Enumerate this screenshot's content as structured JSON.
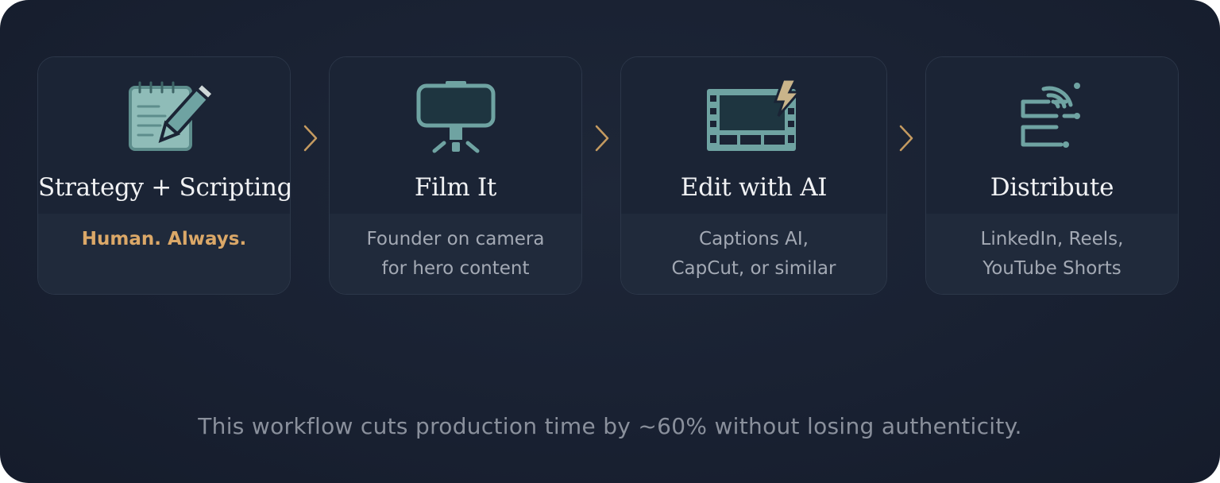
{
  "steps": [
    {
      "icon": "notepad-pencil-icon",
      "title": "Strategy + Scripting",
      "subtitle_lines": [
        "Human. Always."
      ]
    },
    {
      "icon": "phone-tripod-icon",
      "title": "Film It",
      "subtitle_lines": [
        "Founder on camera",
        "for hero content"
      ]
    },
    {
      "icon": "film-lightning-icon",
      "title": "Edit with AI",
      "subtitle_lines": [
        "Captions AI,",
        "CapCut, or similar"
      ]
    },
    {
      "icon": "distribute-signal-icon",
      "title": "Distribute",
      "subtitle_lines": [
        "LinkedIn, Reels,",
        "YouTube Shorts"
      ]
    }
  ],
  "footer": "This workflow cuts production time by ~60% without losing authenticity.",
  "colors": {
    "accent": "#dba868",
    "icon": "#6fa3a2",
    "panel": "#192132"
  }
}
